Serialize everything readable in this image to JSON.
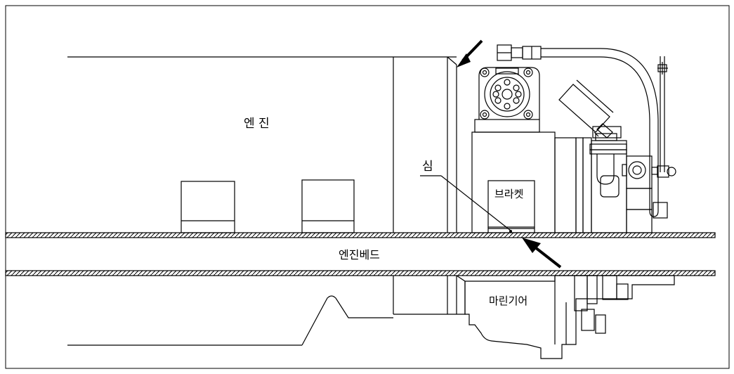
{
  "labels": {
    "engine": "엔  진",
    "shim": "심",
    "bracket": "브라켓",
    "engine_bed": "엔진베드",
    "marine_gear": "마린기어"
  },
  "colors": {
    "line": "#000000",
    "background": "#ffffff"
  }
}
